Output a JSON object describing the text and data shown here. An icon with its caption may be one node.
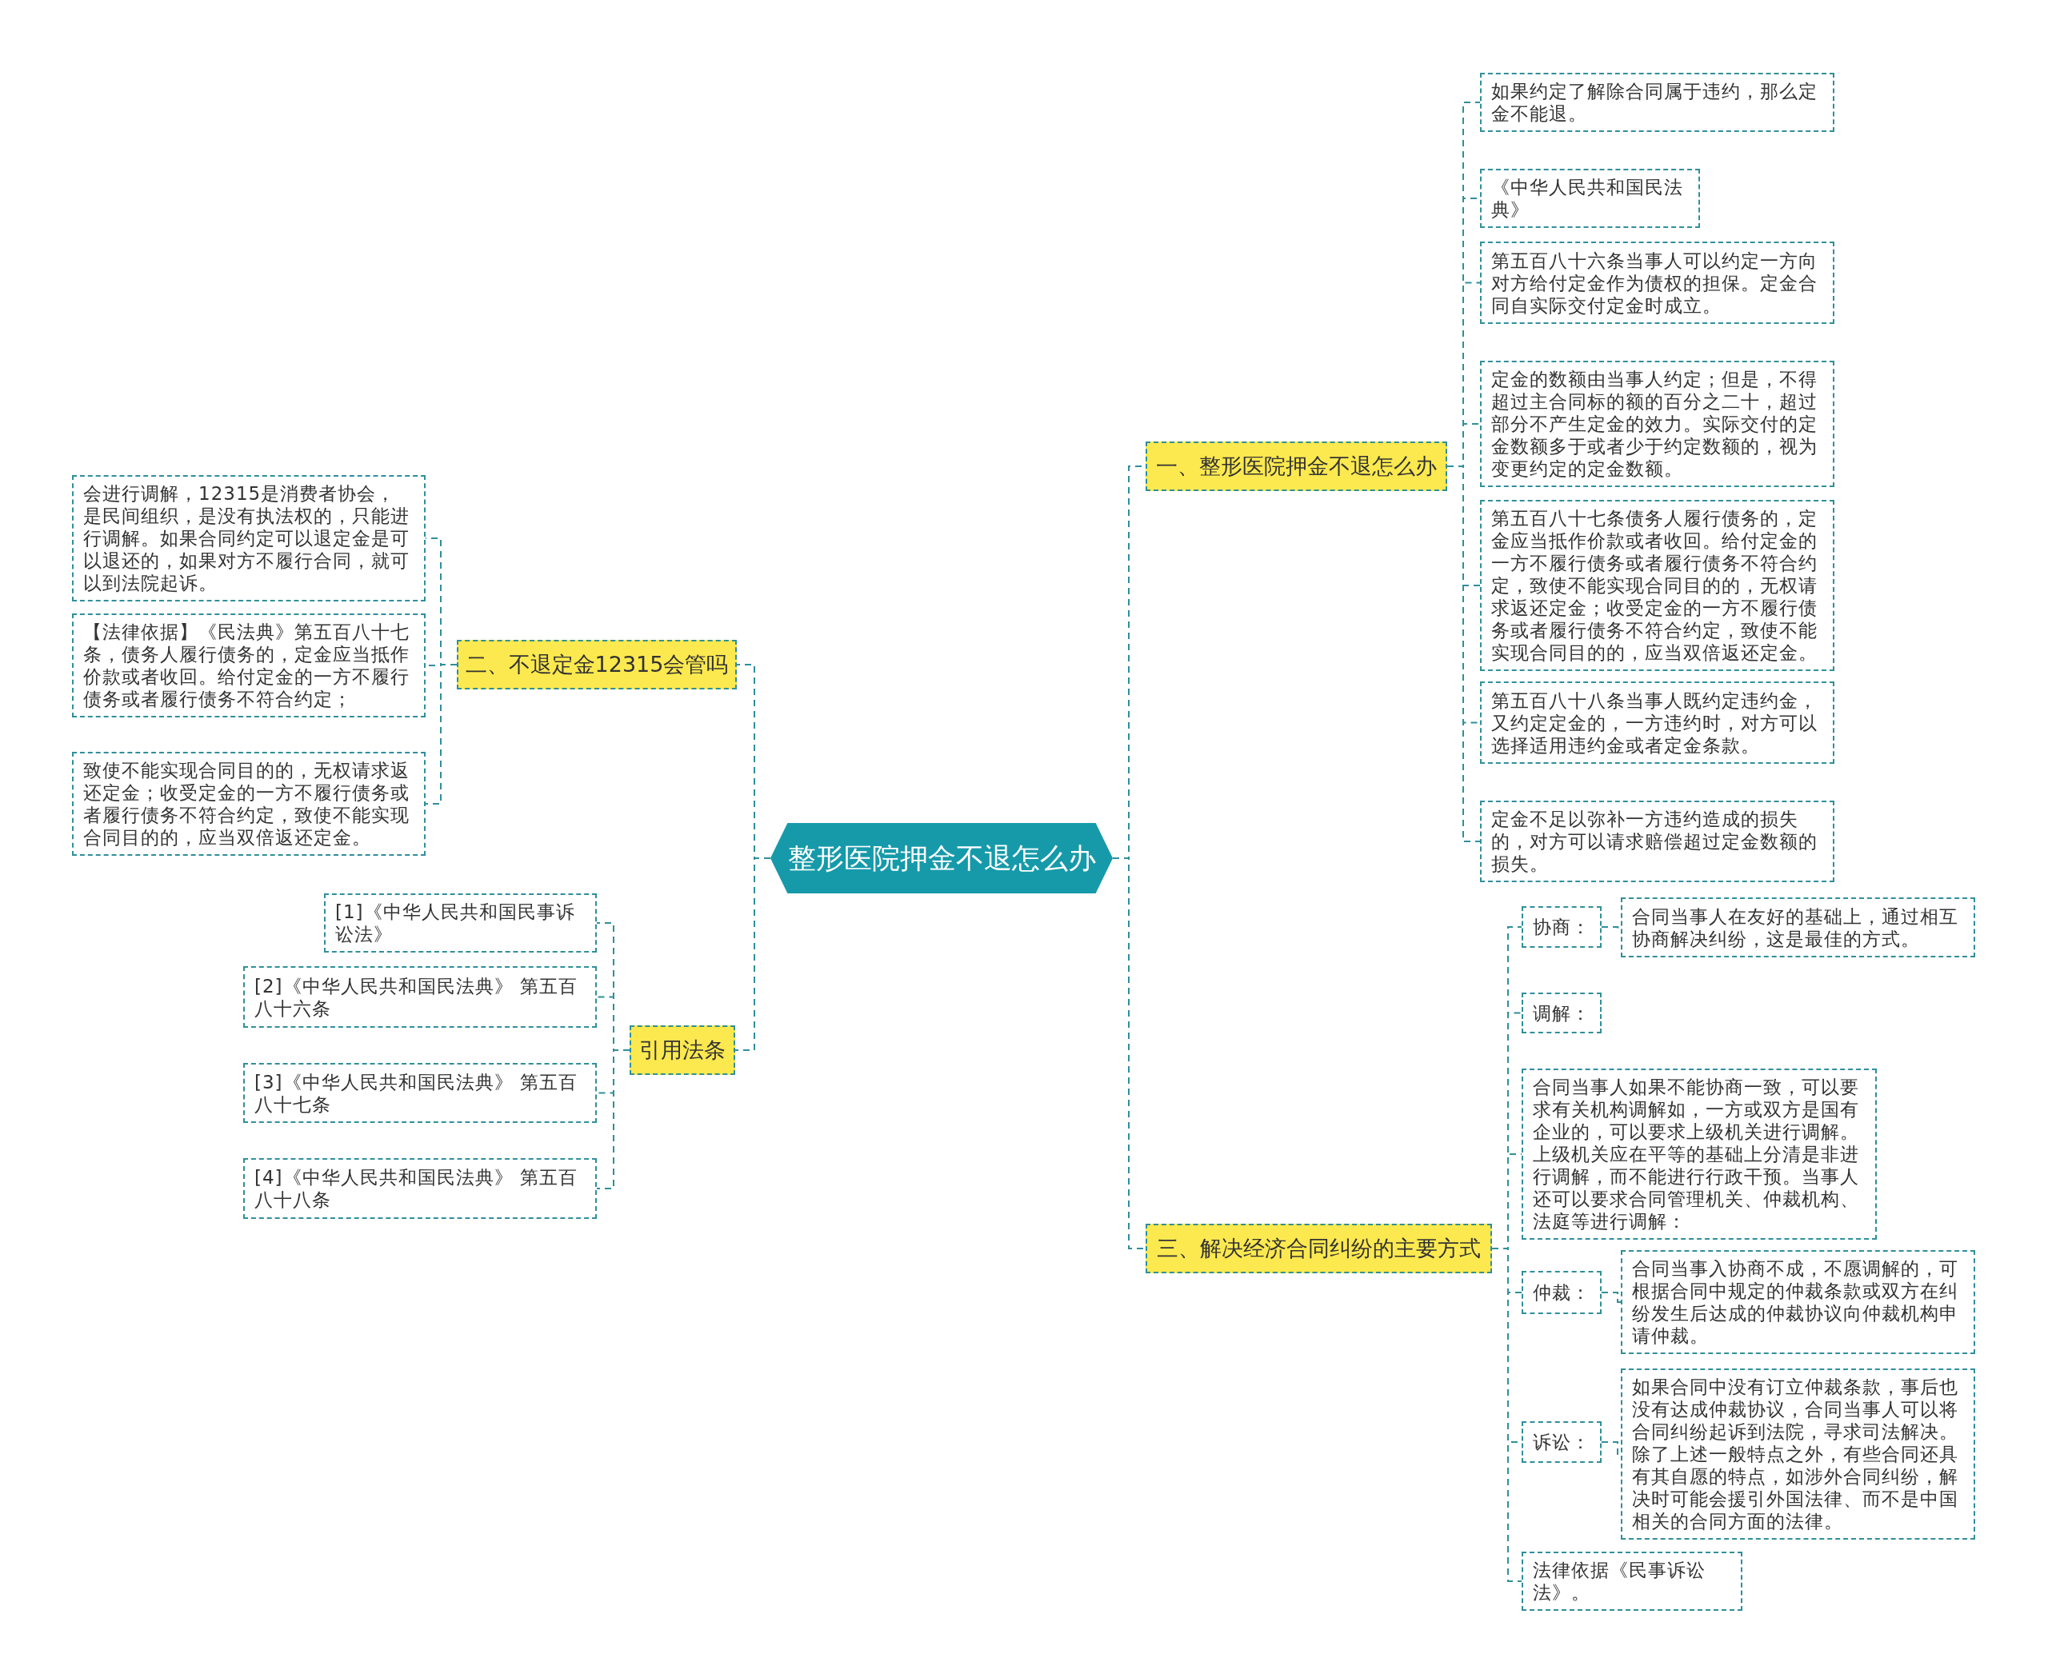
{
  "diagram": {
    "nodes": [
      {
        "text": [
          "整形医院押金不退怎么办"
        ]
      },
      {
        "text": [
          "一、整形医院押金不退怎么办"
        ]
      },
      {
        "text": [
          "如果约定了解除合同属于违约，那么定金不能退。"
        ]
      },
      {
        "text": [
          "《中华人民共和国民法典》"
        ]
      },
      {
        "text": [
          "第五百八十六条当事人可以约定一方向对方给付定金作为债权的担保。定金合同自实际交付定金时成立。"
        ]
      },
      {
        "text": [
          "定金的数额由当事人约定；但是，不得超过主合同标的额的百分之二十，超过部分不产生定金的效力。实际交付的定金数额多于或者少于约定数额的，视为变更约定的定金数额。"
        ]
      },
      {
        "text": [
          "第五百八十七条债务人履行债务的，定金应当抵作价款或者收回。给付定金的一方不履行债务或者履行债务不符合约定，致使不能实现合同目的的，无权请求返还定金；收受定金的一方不履行债务或者履行债务不符合约定，致使不能实现合同目的的，应当双倍返还定金。"
        ]
      },
      {
        "text": [
          "第五百八十八条当事人既约定违约金，又约定定金的，一方违约时，对方可以选择适用违约金或者定金条款。"
        ]
      },
      {
        "text": [
          "定金不足以弥补一方违约造成的损失的，对方可以请求赔偿超过定金数额的损失。"
        ]
      },
      {
        "text": [
          "二、不退定金12315会管吗"
        ]
      },
      {
        "text": [
          "会进行调解，12315是消费者协会，是民间组织，是没有执法权的，只能进行调解。如果合同约定可以退定金是可以退还的，如果对方不履行合同，就可以到法院起诉。"
        ]
      },
      {
        "text": [
          "【法律依据】《民法典》第五百八十七条，债务人履行债务的，定金应当抵作价款或者收回。给付定金的一方不履行债务或者履行债务不符合约定；"
        ]
      },
      {
        "text": [
          "致使不能实现合同目的的，无权请求返还定金；收受定金的一方不履行债务或者履行债务不符合约定，致使不能实现合同目的的，应当双倍返还定金。"
        ]
      },
      {
        "text": [
          "引用法条"
        ]
      },
      {
        "text": [
          "[1]《中华人民共和国民事诉讼法》"
        ]
      },
      {
        "text": [
          "[2]《中华人民共和国民法典》 第五百八十六条"
        ]
      },
      {
        "text": [
          "[3]《中华人民共和国民法典》 第五百八十七条"
        ]
      },
      {
        "text": [
          "[4]《中华人民共和国民法典》 第五百八十八条"
        ]
      },
      {
        "text": [
          "三、解决经济合同纠纷的主要方式"
        ]
      },
      {
        "text": [
          "协商："
        ]
      },
      {
        "text": [
          "合同当事人在友好的基础上，通过相互协商解决纠纷，这是最佳的方式。"
        ]
      },
      {
        "text": [
          "调解："
        ]
      },
      {
        "text": [
          "合同当事人如果不能协商一致，可以要求有关机构调解如，一方或双方是国有企业的，可以要求上级机关进行调解。上级机关应在平等的基础上分清是非进行调解，而不能进行行政干预。当事人还可以要求合同管理机关、仲裁机构、法庭等进行调解："
        ]
      },
      {
        "text": [
          "仲裁："
        ]
      },
      {
        "text": [
          "合同当事入协商不成，不愿调解的，可根据合同中规定的仲裁条款或双方在纠纷发生后达成的仲裁协议向仲裁机构申请仲裁。"
        ]
      },
      {
        "text": [
          "诉讼："
        ]
      },
      {
        "text": [
          "如果合同中没有订立仲裁条款，事后也没有达成仲裁协议，合同当事人可以将合同纠纷起诉到法院，寻求司法解决。除了上述一般特点之外，有些合同还具有其自愿的特点，如涉外合同纠纷，解决时可能会援引外国法律、而不是中国相关的合同方面的法律。"
        ]
      },
      {
        "text": [
          "法律依据《民事诉讼法》。"
        ]
      }
    ],
    "edges": [
      {
        "from": 0,
        "to": 1,
        "arrow": "none",
        "style": "dashed"
      },
      {
        "from": 1,
        "to": 2,
        "arrow": "none",
        "style": "dashed"
      },
      {
        "from": 1,
        "to": 3,
        "arrow": "none",
        "style": "dashed"
      },
      {
        "from": 1,
        "to": 4,
        "arrow": "none",
        "style": "dashed"
      },
      {
        "from": 1,
        "to": 5,
        "arrow": "none",
        "style": "dashed"
      },
      {
        "from": 1,
        "to": 6,
        "arrow": "none",
        "style": "dashed"
      },
      {
        "from": 1,
        "to": 7,
        "arrow": "none",
        "style": "dashed"
      },
      {
        "from": 1,
        "to": 8,
        "arrow": "none",
        "style": "dashed"
      },
      {
        "from": 0,
        "to": 9,
        "arrow": "none",
        "style": "dashed"
      },
      {
        "from": 9,
        "to": 10,
        "arrow": "none",
        "style": "dashed"
      },
      {
        "from": 9,
        "to": 11,
        "arrow": "none",
        "style": "dashed"
      },
      {
        "from": 9,
        "to": 12,
        "arrow": "none",
        "style": "dashed"
      },
      {
        "from": 0,
        "to": 13,
        "arrow": "none",
        "style": "dashed"
      },
      {
        "from": 13,
        "to": 14,
        "arrow": "none",
        "style": "dashed"
      },
      {
        "from": 13,
        "to": 15,
        "arrow": "none",
        "style": "dashed"
      },
      {
        "from": 13,
        "to": 16,
        "arrow": "none",
        "style": "dashed"
      },
      {
        "from": 13,
        "to": 17,
        "arrow": "none",
        "style": "dashed"
      },
      {
        "from": 0,
        "to": 18,
        "arrow": "none",
        "style": "dashed"
      },
      {
        "from": 18,
        "to": 19,
        "arrow": "none",
        "style": "dashed"
      },
      {
        "from": 19,
        "to": 20,
        "arrow": "none",
        "style": "dashed"
      },
      {
        "from": 18,
        "to": 21,
        "arrow": "none",
        "style": "dashed"
      },
      {
        "from": 18,
        "to": 22,
        "arrow": "none",
        "style": "dashed"
      },
      {
        "from": 18,
        "to": 23,
        "arrow": "none",
        "style": "dashed"
      },
      {
        "from": 23,
        "to": 24,
        "arrow": "none",
        "style": "dashed"
      },
      {
        "from": 18,
        "to": 25,
        "arrow": "none",
        "style": "dashed"
      },
      {
        "from": 25,
        "to": 26,
        "arrow": "none",
        "style": "dashed"
      },
      {
        "from": 18,
        "to": 27,
        "arrow": "none",
        "style": "dashed"
      }
    ]
  }
}
